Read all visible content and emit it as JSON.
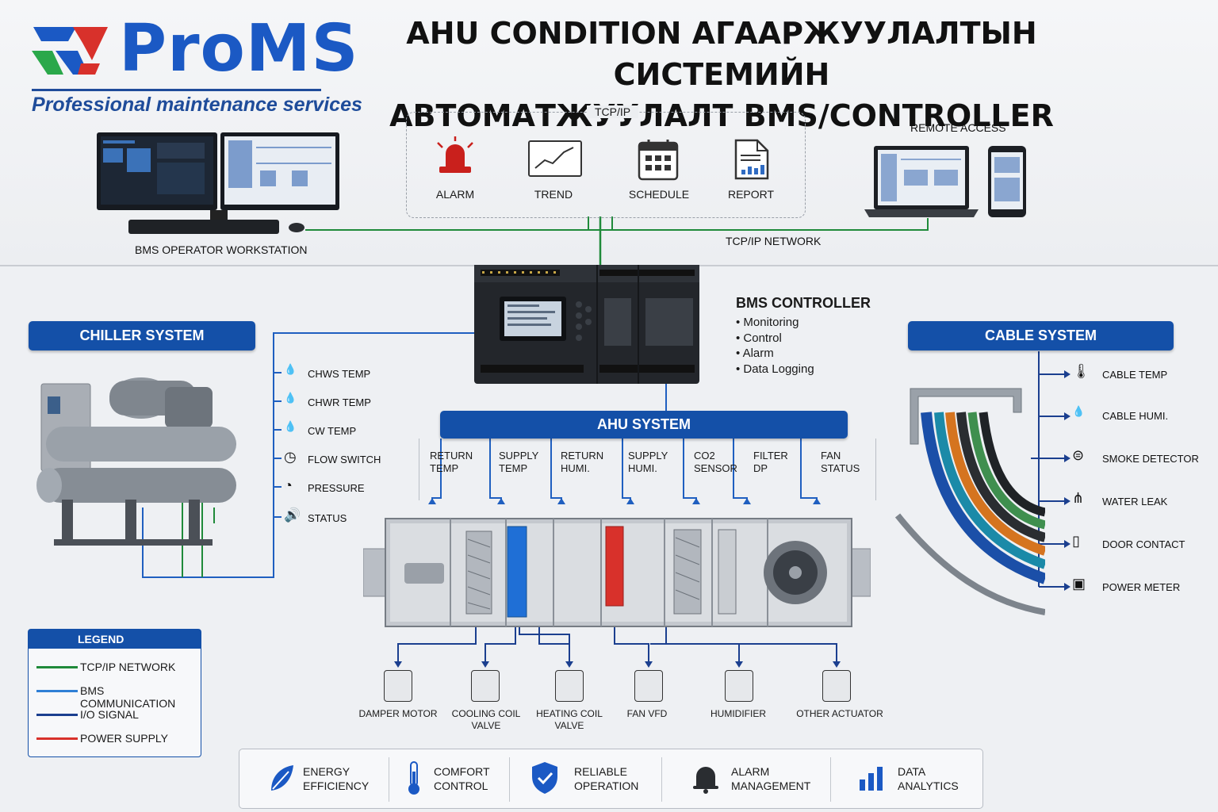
{
  "brand": {
    "name": "ProMS",
    "tagline": "Professional maintenance services"
  },
  "title": {
    "line1": "AHU CONDITION АГААРЖУУЛАЛТЫН СИСТЕМИЙН",
    "line2": "АВТОМАТЖУУЛАЛТ BMS/CONTROLLER"
  },
  "network": {
    "tcpip_label": "TCP/IP",
    "features": [
      "ALARM",
      "TREND",
      "SCHEDULE",
      "REPORT"
    ],
    "remote_access": "REMOTE ACCESS",
    "network_label": "TCP/IP NETWORK",
    "workstation_label": "BMS OPERATOR WORKSTATION"
  },
  "controller": {
    "title": "BMS CONTROLLER",
    "bullets": [
      "• Monitoring",
      "• Control",
      "• Alarm",
      "• Data Logging"
    ]
  },
  "chiller": {
    "title": "CHILLER SYSTEM",
    "points": [
      "CHWS TEMP",
      "CHWR TEMP",
      "CW TEMP",
      "FLOW SWITCH",
      "PRESSURE",
      "STATUS"
    ]
  },
  "cable": {
    "title": "CABLE SYSTEM",
    "points": [
      "CABLE TEMP",
      "CABLE HUMI.",
      "SMOKE DETECTOR",
      "WATER LEAK",
      "DOOR CONTACT",
      "POWER METER"
    ]
  },
  "ahu": {
    "title": "AHU SYSTEM",
    "sensors": [
      {
        "l1": "RETURN",
        "l2": "TEMP"
      },
      {
        "l1": "SUPPLY",
        "l2": "TEMP"
      },
      {
        "l1": "RETURN",
        "l2": "HUMI."
      },
      {
        "l1": "SUPPLY",
        "l2": "HUMI."
      },
      {
        "l1": "CO2",
        "l2": "SENSOR"
      },
      {
        "l1": "FILTER",
        "l2": "DP"
      },
      {
        "l1": "FAN",
        "l2": "STATUS"
      }
    ],
    "actuators": [
      {
        "l1": "DAMPER MOTOR",
        "l2": ""
      },
      {
        "l1": "COOLING COIL",
        "l2": "VALVE"
      },
      {
        "l1": "HEATING COIL",
        "l2": "VALVE"
      },
      {
        "l1": "FAN VFD",
        "l2": ""
      },
      {
        "l1": "HUMIDIFIER",
        "l2": ""
      },
      {
        "l1": "OTHER ACTUATOR",
        "l2": ""
      }
    ]
  },
  "legend": {
    "title": "LEGEND",
    "items": [
      {
        "label": "TCP/IP NETWORK",
        "color": "#1f8a3a"
      },
      {
        "label": "BMS COMMUNICATION",
        "color": "#2f7fd6"
      },
      {
        "label": "I/O SIGNAL",
        "color": "#1b3f8f"
      },
      {
        "label": "POWER SUPPLY",
        "color": "#d8312b"
      }
    ]
  },
  "benefits": [
    {
      "l1": "ENERGY",
      "l2": "EFFICIENCY"
    },
    {
      "l1": "COMFORT",
      "l2": "CONTROL"
    },
    {
      "l1": "RELIABLE",
      "l2": "OPERATION"
    },
    {
      "l1": "ALARM",
      "l2": "MANAGEMENT"
    },
    {
      "l1": "DATA",
      "l2": "ANALYTICS"
    }
  ],
  "colors": {
    "primary": "#1450a8",
    "network": "#1f8a3a",
    "io": "#1b3f8f",
    "cool": "#1f6fd6",
    "heat": "#d8312b"
  }
}
